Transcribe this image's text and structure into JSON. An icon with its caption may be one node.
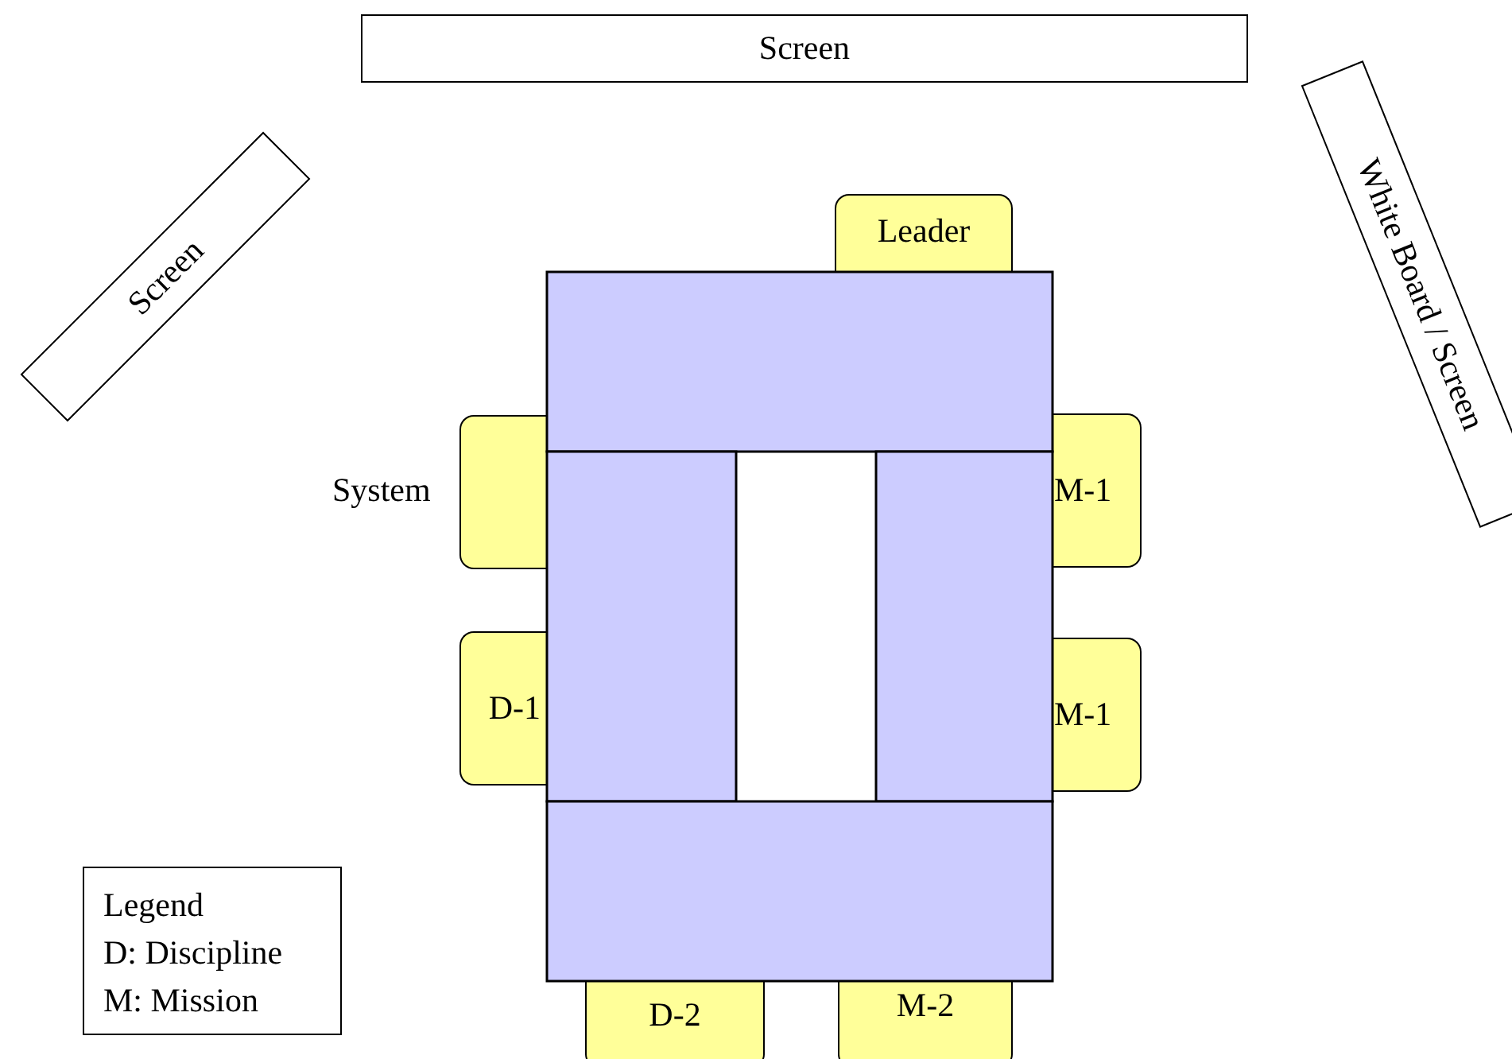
{
  "diagram": {
    "nodes": [
      {
        "text": [
          "Screen"
        ]
      },
      {
        "text": [
          "Screen"
        ]
      },
      {
        "text": [
          "White Board / Screen"
        ]
      },
      {
        "text": [
          "Leader"
        ]
      },
      {
        "text": [
          "System"
        ]
      },
      {
        "text": [
          "M-1"
        ]
      },
      {
        "text": [
          "D-1"
        ]
      },
      {
        "text": [
          "M-1"
        ]
      },
      {
        "text": [
          "D-2"
        ]
      },
      {
        "text": [
          "M-2"
        ]
      }
    ],
    "edges": [],
    "labels": [
      "Legend",
      "D: Discipline",
      "M: Mission"
    ]
  }
}
